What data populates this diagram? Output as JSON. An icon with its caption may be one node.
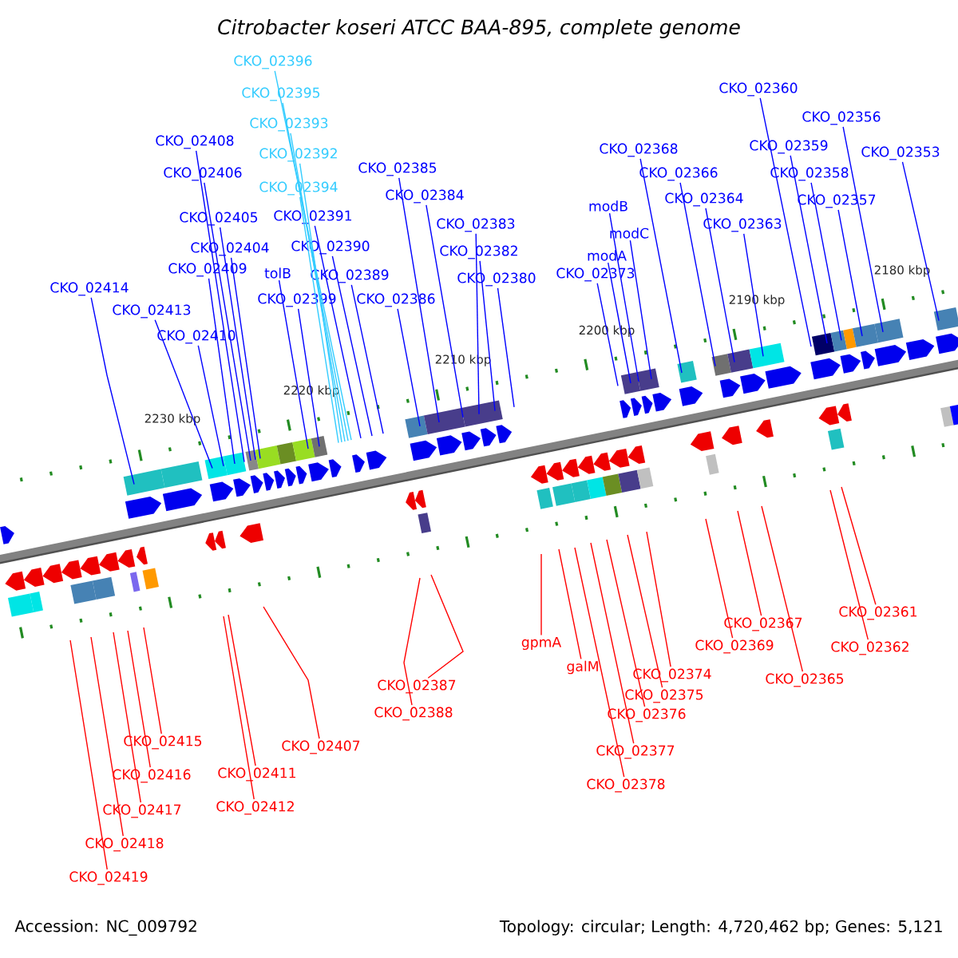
{
  "diagram": {
    "title": "Citrobacter koseri ATCC BAA-895, complete genome",
    "nodes": [
      {
        "text": [
          "CKO_02396"
        ]
      },
      {
        "text": [
          "CKO_02395"
        ]
      },
      {
        "text": [
          "CKO_02360"
        ]
      },
      {
        "text": [
          "CKO_02356"
        ]
      },
      {
        "text": [
          "CKO_02393"
        ]
      },
      {
        "text": [
          "CKO_02408"
        ]
      },
      {
        "text": [
          "CKO_02368"
        ]
      },
      {
        "text": [
          "CKO_02359"
        ]
      },
      {
        "text": [
          "CKO_02353"
        ]
      },
      {
        "text": [
          "CKO_02392"
        ]
      },
      {
        "text": [
          "CKO_02385"
        ]
      },
      {
        "text": [
          "CKO_02406"
        ]
      },
      {
        "text": [
          "CKO_02366"
        ]
      },
      {
        "text": [
          "CKO_02358"
        ]
      },
      {
        "text": [
          "CKO_02394"
        ]
      },
      {
        "text": [
          "CKO_02384"
        ]
      },
      {
        "text": [
          "CKO_02364"
        ]
      },
      {
        "text": [
          "CKO_02357"
        ]
      },
      {
        "text": [
          "modB"
        ]
      },
      {
        "text": [
          "CKO_02405"
        ]
      },
      {
        "text": [
          "CKO_02391"
        ]
      },
      {
        "text": [
          "CKO_02383"
        ]
      },
      {
        "text": [
          "CKO_02363"
        ]
      },
      {
        "text": [
          "modC"
        ]
      },
      {
        "text": [
          "CKO_02404"
        ]
      },
      {
        "text": [
          "CKO_02390"
        ]
      },
      {
        "text": [
          "CKO_02382"
        ]
      },
      {
        "text": [
          "modA"
        ]
      },
      {
        "text": [
          "CKO_02409"
        ]
      },
      {
        "text": [
          "tolB"
        ]
      },
      {
        "text": [
          "CKO_02389"
        ]
      },
      {
        "text": [
          "CKO_02380"
        ]
      },
      {
        "text": [
          "CKO_02373"
        ]
      },
      {
        "text": [
          "CKO_02414"
        ]
      },
      {
        "text": [
          "CKO_02399"
        ]
      },
      {
        "text": [
          "CKO_02386"
        ]
      },
      {
        "text": [
          "CKO_02413"
        ]
      },
      {
        "text": [
          "CKO_02410"
        ]
      },
      {
        "text": [
          "gpmA"
        ]
      },
      {
        "text": [
          "CKO_02361"
        ]
      },
      {
        "text": [
          "CKO_02367"
        ]
      },
      {
        "text": [
          "CKO_02369"
        ]
      },
      {
        "text": [
          "CKO_02362"
        ]
      },
      {
        "text": [
          "galM"
        ]
      },
      {
        "text": [
          "CKO_02374"
        ]
      },
      {
        "text": [
          "CKO_02365"
        ]
      },
      {
        "text": [
          "CKO_02387"
        ]
      },
      {
        "text": [
          "CKO_02375"
        ]
      },
      {
        "text": [
          "CKO_02388"
        ]
      },
      {
        "text": [
          "CKO_02376"
        ]
      },
      {
        "text": [
          "CKO_02415"
        ]
      },
      {
        "text": [
          "CKO_02407"
        ]
      },
      {
        "text": [
          "CKO_02377"
        ]
      },
      {
        "text": [
          "CKO_02411"
        ]
      },
      {
        "text": [
          "CKO_02416"
        ]
      },
      {
        "text": [
          "CKO_02378"
        ]
      },
      {
        "text": [
          "CKO_02412"
        ]
      },
      {
        "text": [
          "CKO_02417"
        ]
      },
      {
        "text": [
          "CKO_02418"
        ]
      },
      {
        "text": [
          "CKO_02419"
        ]
      }
    ],
    "edges": [
      {
        "from": 0,
        "to": null,
        "arrow": "none",
        "color": "#33ccff"
      },
      {
        "from": 1,
        "to": null,
        "arrow": "none",
        "color": "#33ccff"
      },
      {
        "from": 2,
        "to": null,
        "arrow": "none"
      },
      {
        "from": 3,
        "to": null,
        "arrow": "none"
      },
      {
        "from": 4,
        "to": null,
        "arrow": "none",
        "color": "#33ccff"
      },
      {
        "from": 5,
        "to": null,
        "arrow": "none"
      },
      {
        "from": 6,
        "to": null,
        "arrow": "none"
      },
      {
        "from": 7,
        "to": null,
        "arrow": "none"
      },
      {
        "from": 8,
        "to": null,
        "arrow": "none"
      },
      {
        "from": 9,
        "to": null,
        "arrow": "none",
        "color": "#33ccff"
      },
      {
        "from": 10,
        "to": null,
        "arrow": "none"
      },
      {
        "from": 11,
        "to": null,
        "arrow": "none"
      },
      {
        "from": 12,
        "to": null,
        "arrow": "none"
      },
      {
        "from": 13,
        "to": null,
        "arrow": "none"
      },
      {
        "from": 14,
        "to": null,
        "arrow": "none",
        "color": "#33ccff"
      },
      {
        "from": 15,
        "to": null,
        "arrow": "none"
      },
      {
        "from": 16,
        "to": null,
        "arrow": "none"
      },
      {
        "from": 17,
        "to": null,
        "arrow": "none"
      },
      {
        "from": 18,
        "to": null,
        "arrow": "none"
      },
      {
        "from": 19,
        "to": null,
        "arrow": "none"
      },
      {
        "from": 20,
        "to": null,
        "arrow": "none"
      },
      {
        "from": 21,
        "to": null,
        "arrow": "none"
      },
      {
        "from": 22,
        "to": null,
        "arrow": "none"
      },
      {
        "from": 23,
        "to": null,
        "arrow": "none"
      },
      {
        "from": 24,
        "to": null,
        "arrow": "none"
      },
      {
        "from": 25,
        "to": null,
        "arrow": "none"
      },
      {
        "from": 26,
        "to": null,
        "arrow": "none"
      },
      {
        "from": 27,
        "to": null,
        "arrow": "none"
      },
      {
        "from": 28,
        "to": null,
        "arrow": "none"
      },
      {
        "from": 29,
        "to": null,
        "arrow": "none"
      },
      {
        "from": 30,
        "to": null,
        "arrow": "none"
      },
      {
        "from": 31,
        "to": null,
        "arrow": "none"
      },
      {
        "from": 32,
        "to": null,
        "arrow": "none"
      },
      {
        "from": 33,
        "to": null,
        "arrow": "none"
      },
      {
        "from": 34,
        "to": null,
        "arrow": "none"
      },
      {
        "from": 35,
        "to": null,
        "arrow": "none"
      },
      {
        "from": 36,
        "to": null,
        "arrow": "none"
      },
      {
        "from": 37,
        "to": null,
        "arrow": "none"
      },
      {
        "from": 38,
        "to": null,
        "arrow": "none",
        "color": "#ff0000"
      },
      {
        "from": 39,
        "to": null,
        "arrow": "none",
        "color": "#ff0000"
      },
      {
        "from": 40,
        "to": null,
        "arrow": "none",
        "color": "#ff0000"
      },
      {
        "from": 41,
        "to": null,
        "arrow": "none",
        "color": "#ff0000"
      },
      {
        "from": 42,
        "to": null,
        "arrow": "none",
        "color": "#ff0000"
      },
      {
        "from": 43,
        "to": null,
        "arrow": "none",
        "color": "#ff0000"
      },
      {
        "from": 44,
        "to": null,
        "arrow": "none",
        "color": "#ff0000"
      },
      {
        "from": 45,
        "to": null,
        "arrow": "none",
        "color": "#ff0000"
      },
      {
        "from": 46,
        "to": null,
        "arrow": "none",
        "color": "#ff0000"
      },
      {
        "from": 47,
        "to": null,
        "arrow": "none",
        "color": "#ff0000"
      },
      {
        "from": 48,
        "to": null,
        "arrow": "none",
        "color": "#ff0000"
      },
      {
        "from": 49,
        "to": null,
        "arrow": "none",
        "color": "#ff0000"
      },
      {
        "from": 50,
        "to": null,
        "arrow": "none",
        "color": "#ff0000"
      },
      {
        "from": 51,
        "to": null,
        "arrow": "none",
        "color": "#ff0000"
      },
      {
        "from": 52,
        "to": null,
        "arrow": "none",
        "color": "#ff0000"
      },
      {
        "from": 53,
        "to": null,
        "arrow": "none",
        "color": "#ff0000"
      },
      {
        "from": 54,
        "to": null,
        "arrow": "none",
        "color": "#ff0000"
      },
      {
        "from": 55,
        "to": null,
        "arrow": "none",
        "color": "#ff0000"
      },
      {
        "from": 56,
        "to": null,
        "arrow": "none",
        "color": "#ff0000"
      },
      {
        "from": 57,
        "to": null,
        "arrow": "none",
        "color": "#ff0000"
      },
      {
        "from": 58,
        "to": null,
        "arrow": "none",
        "color": "#ff0000"
      },
      {
        "from": 59,
        "to": null,
        "arrow": "none",
        "color": "#ff0000"
      }
    ],
    "labels": [
      "2180 kbp",
      "2190 kbp",
      "2200 kbp",
      "2210 kbp",
      "2220 kbp",
      "2230 kbp",
      "Accession: NC_009792",
      "Topology: circular; Length: 4,720,462 bp; Genes: 5,121"
    ]
  }
}
